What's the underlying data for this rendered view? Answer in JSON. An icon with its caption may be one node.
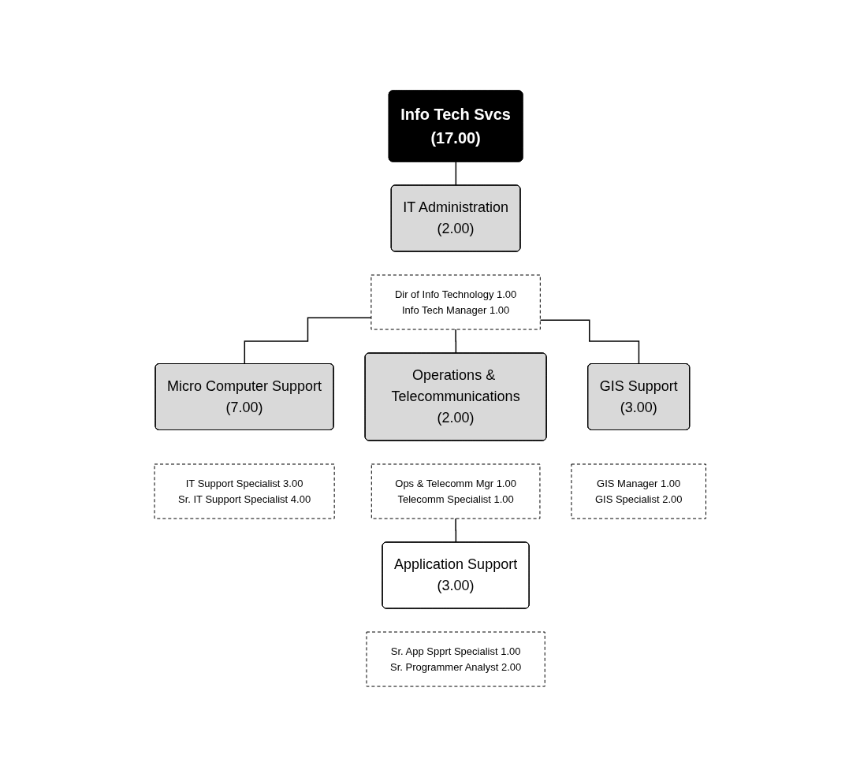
{
  "diagram": {
    "nodes": [
      {
        "text": [
          "Info Tech Svcs",
          "(17.00)"
        ]
      },
      {
        "text": [
          "IT Administration",
          "(2.00)"
        ]
      },
      {
        "text": [
          "Dir of Info Technology",
          "1.00",
          "Info Tech Manager",
          "1.00"
        ]
      },
      {
        "text": [
          "Micro Computer Support",
          "(7.00)"
        ]
      },
      {
        "text": [
          "IT Support Specialist",
          "3.00",
          "Sr. IT Support Specialist",
          "4.00"
        ]
      },
      {
        "text": [
          "Operations & Telecommunications",
          "(2.00)"
        ]
      },
      {
        "text": [
          "Ops & Telecomm Mgr",
          "1.00",
          "Telecomm Specialist",
          "1.00"
        ]
      },
      {
        "text": [
          "GIS Support",
          "(3.00)"
        ]
      },
      {
        "text": [
          "GIS Manager",
          "1.00",
          "GIS Specialist",
          "2.00"
        ]
      },
      {
        "text": [
          "Application Support",
          "(3.00)"
        ]
      },
      {
        "text": [
          "Sr. App Spprt Specialist",
          "1.00",
          "Sr. Programmer Analyst",
          "2.00"
        ]
      }
    ],
    "edges": [
      {
        "from": 0,
        "to": 1,
        "arrow": "none"
      },
      {
        "from": 2,
        "to": 3,
        "arrow": "none"
      },
      {
        "from": 2,
        "to": 5,
        "arrow": "none"
      },
      {
        "from": 2,
        "to": 7,
        "arrow": "none"
      },
      {
        "from": 6,
        "to": 9,
        "arrow": "none"
      }
    ]
  }
}
